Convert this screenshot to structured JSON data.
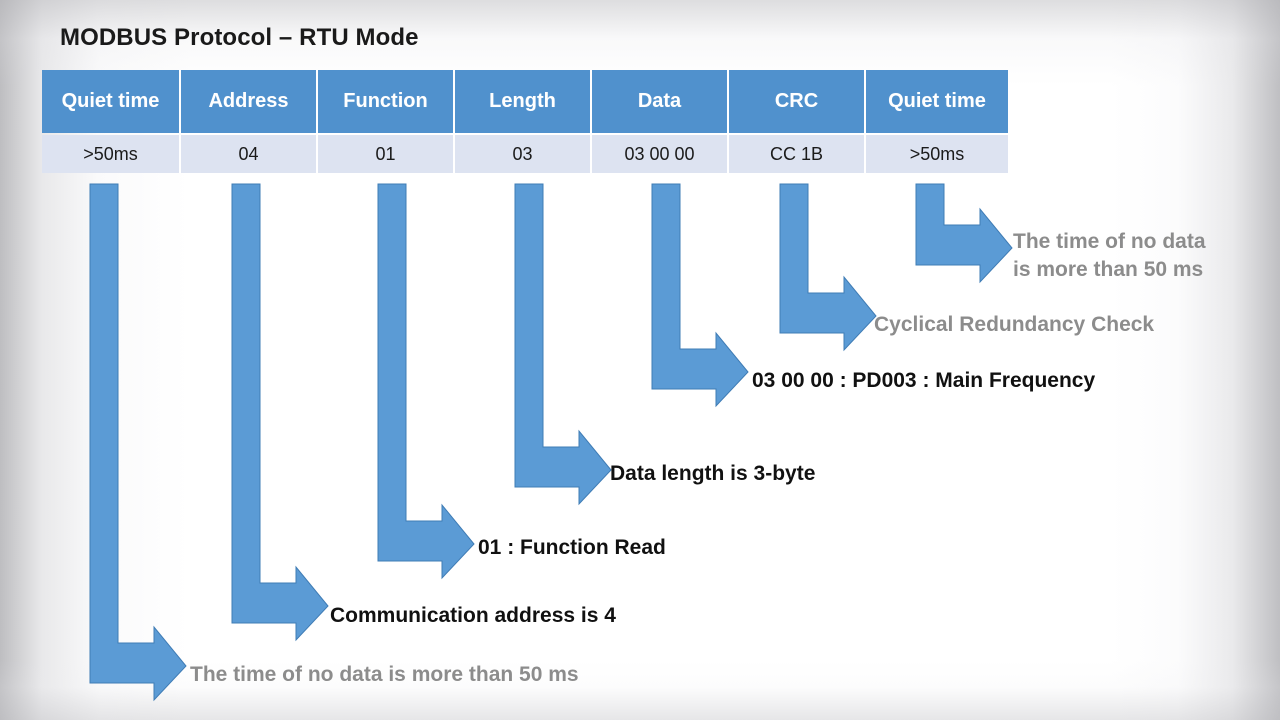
{
  "slide": {
    "title": "MODBUS Protocol – RTU Mode",
    "accent_blue": "#5b9bd5",
    "header_blue": "#5091cd",
    "data_row_blue": "#dde3f1",
    "gray_text": "#8c8c8c",
    "dark_text": "#111111"
  },
  "frame_table": {
    "headers": [
      "Quiet\ntime",
      "Address",
      "Function",
      "Length",
      "Data",
      "CRC",
      "Quiet\ntime"
    ],
    "values": [
      ">50ms",
      "04",
      "01",
      "03",
      "03 00 00",
      "CC 1B",
      ">50ms"
    ]
  },
  "callouts": [
    {
      "id": "quiet-time-start",
      "text": "The time of no data is more than 50 ms",
      "style": "gray",
      "source_column": "Quiet time (start)"
    },
    {
      "id": "address",
      "text": "Communication address is 4",
      "style": "dark",
      "source_column": "Address"
    },
    {
      "id": "function",
      "text": "01 : Function Read",
      "style": "dark",
      "source_column": "Function"
    },
    {
      "id": "length",
      "text": "Data length is 3-byte",
      "style": "dark",
      "source_column": "Length"
    },
    {
      "id": "data",
      "text": "03 00 00 : PD003 : Main Frequency",
      "style": "dark",
      "source_column": "Data"
    },
    {
      "id": "crc",
      "text": "Cyclical Redundancy Check",
      "style": "gray",
      "source_column": "CRC"
    },
    {
      "id": "quiet-time-end-line1",
      "text": "The time of no data",
      "style": "gray",
      "source_column": "Quiet time (end)"
    },
    {
      "id": "quiet-time-end-line2",
      "text": "is more than 50 ms",
      "style": "gray",
      "source_column": "Quiet time (end)"
    }
  ]
}
